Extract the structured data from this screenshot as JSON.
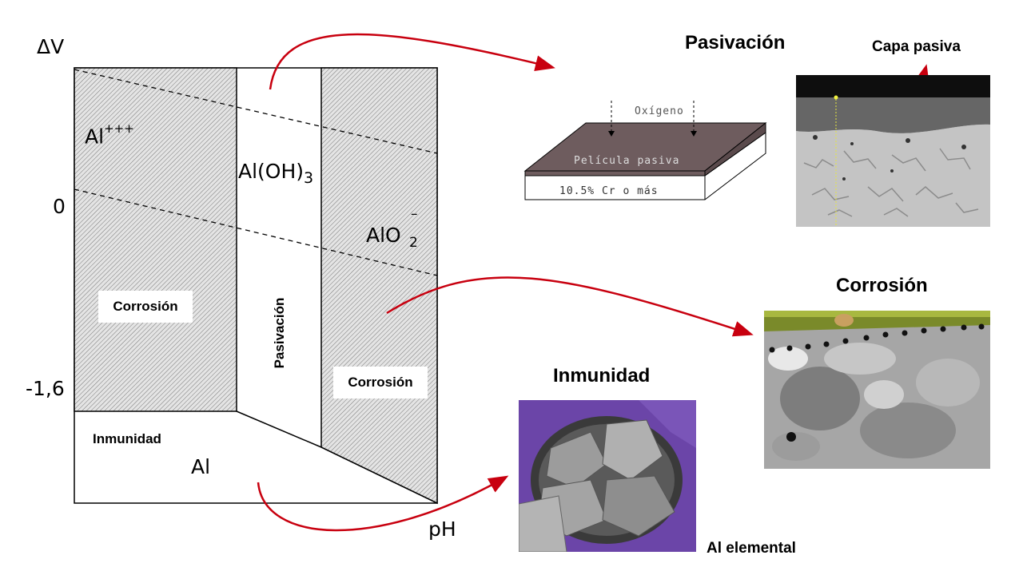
{
  "diagram": {
    "y_axis_label": "ΔV",
    "x_axis_label": "pH",
    "y_ticks": [
      "0",
      "-1,6"
    ],
    "species": {
      "al_ion_base": "Al",
      "al_ion_charge": "+++",
      "hydroxide_base": "Al(OH)",
      "hydroxide_sub": "3",
      "aluminate_base": "AlO",
      "aluminate_charge": "–",
      "aluminate_sub": "2",
      "metal": "Al"
    },
    "regions": {
      "corrosion_left": "Corrosión",
      "passivation": "Pasivación",
      "corrosion_right": "Corrosión",
      "immunity": "Inmunidad"
    }
  },
  "passivation_panel": {
    "title": "Pasivación",
    "photo_label": "Capa pasiva",
    "oxygen_label": "Oxígeno",
    "film_label": "Película pasiva",
    "steel_label": "10.5% Cr o más"
  },
  "corrosion_panel": {
    "title": "Corrosión"
  },
  "immunity_panel": {
    "title": "Inmunidad",
    "caption": "Al elemental"
  },
  "colors": {
    "arrow": "#c8000f",
    "hatch": "#d8d8d8",
    "film": "#6e5c5e"
  }
}
